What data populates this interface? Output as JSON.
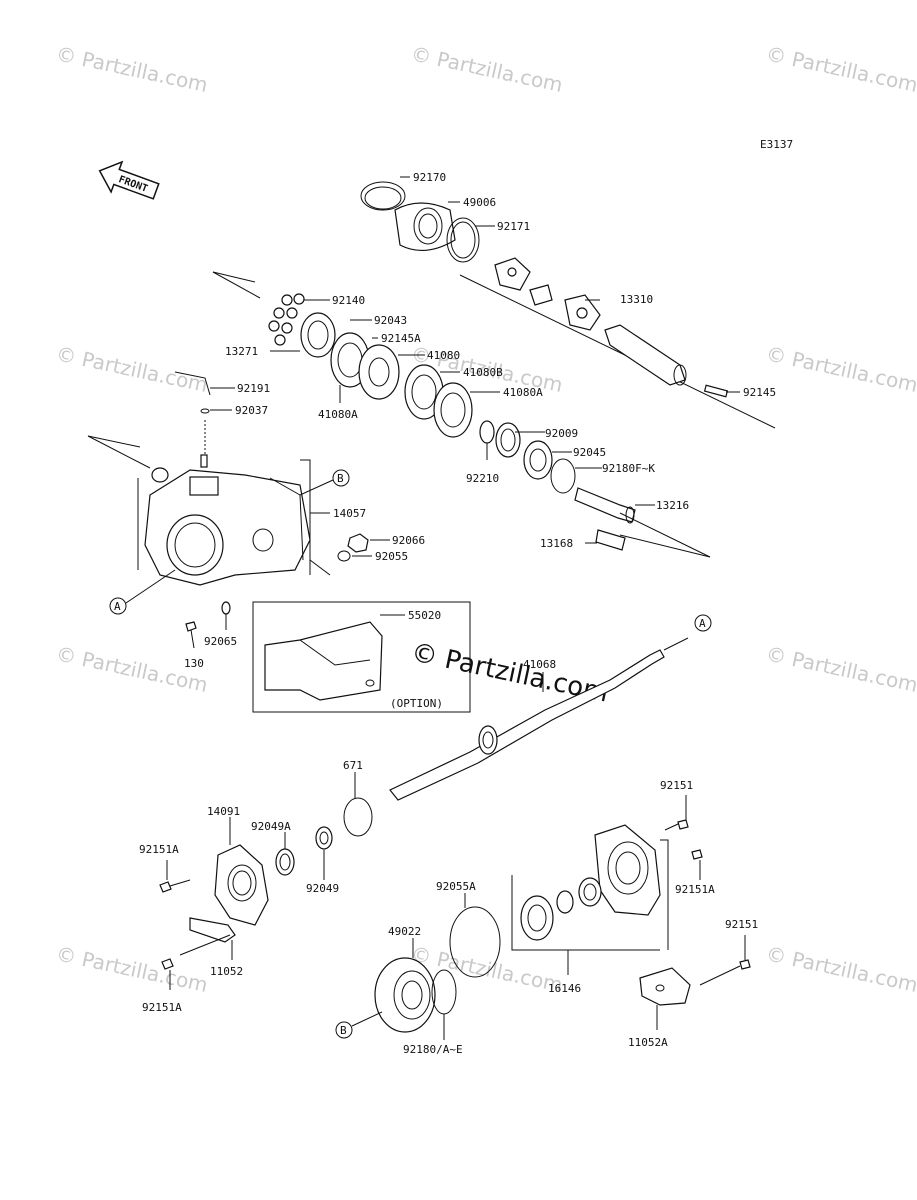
{
  "diagram_code": "E3137",
  "front_label": "FRONT",
  "option_label": "(OPTION)",
  "watermark": "© Partzilla.com",
  "watermark_center": "© Partzilla.com",
  "callouts": {
    "a": "A",
    "b": "B"
  },
  "parts": {
    "p92170": "92170",
    "p49006": "49006",
    "p92171": "92171",
    "p13310": "13310",
    "p92140": "92140",
    "p92043": "92043",
    "p92145A": "92145A",
    "p13271": "13271",
    "p41080": "41080",
    "p41080B": "41080B",
    "p41080A_right": "41080A",
    "p41080A_left": "41080A",
    "p92191": "92191",
    "p92037": "92037",
    "p92145": "92145",
    "p92009": "92009",
    "p92045": "92045",
    "p92180FK": "92180F~K",
    "p92210": "92210",
    "p13216": "13216",
    "p13168": "13168",
    "p14057": "14057",
    "p92066": "92066",
    "p92055": "92055",
    "p55020": "55020",
    "p130": "130",
    "p92065": "92065",
    "p41068": "41068",
    "p671": "671",
    "p14091": "14091",
    "p92049A": "92049A",
    "p92049": "92049",
    "p92151A_left": "92151A",
    "p92151_top": "92151",
    "p92151A_right": "92151A",
    "p92055A": "92055A",
    "p49022": "49022",
    "p11052": "11052",
    "p92151A_bottom": "92151A",
    "p16146": "16146",
    "p92151_right": "92151",
    "p92180AE": "92180/A~E",
    "p11052A": "11052A"
  }
}
